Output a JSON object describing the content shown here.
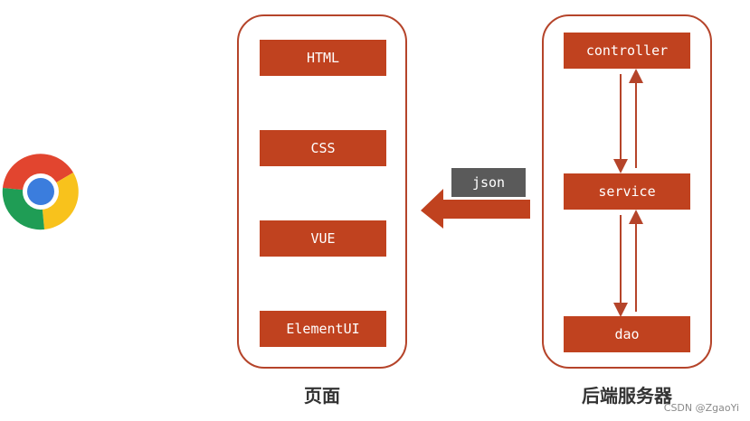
{
  "frontend": {
    "label": "页面",
    "items": [
      "HTML",
      "CSS",
      "VUE",
      "ElementUI"
    ]
  },
  "backend": {
    "label": "后端服务器",
    "layers": [
      "controller",
      "service",
      "dao"
    ]
  },
  "transfer": {
    "label": "json"
  },
  "watermark": "CSDN @ZgaoYi",
  "icons": {
    "browser": "chrome-browser-icon"
  },
  "colors": {
    "box": "#c0421f",
    "border": "#b5442a",
    "tag": "#5a5a5a"
  }
}
